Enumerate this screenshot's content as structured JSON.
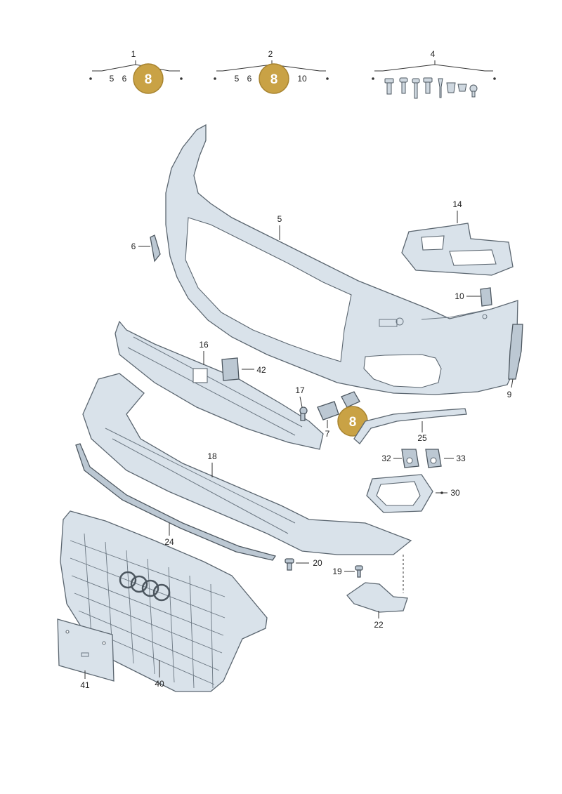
{
  "colors": {
    "badge_fill": "#c9a245",
    "badge_stroke": "#a88430",
    "part_fill": "#d9e2ea",
    "part_outline": "#5b6670",
    "text": "#222222"
  },
  "badge": {
    "label": "8"
  },
  "groups": {
    "g1": {
      "number": "1",
      "items": [
        "5",
        "6"
      ]
    },
    "g2": {
      "number": "2",
      "items": [
        "5",
        "6",
        "10"
      ]
    },
    "g4": {
      "number": "4"
    }
  },
  "callouts": {
    "c5": "5",
    "c6": "6",
    "c7": "7",
    "c9": "9",
    "c10": "10",
    "c14": "14",
    "c16": "16",
    "c17": "17",
    "c18": "18",
    "c19": "19",
    "c20": "20",
    "c22": "22",
    "c24": "24",
    "c25": "25",
    "c30": "30",
    "c32": "32",
    "c33": "33",
    "c40": "40",
    "c41": "41",
    "c42": "42"
  }
}
